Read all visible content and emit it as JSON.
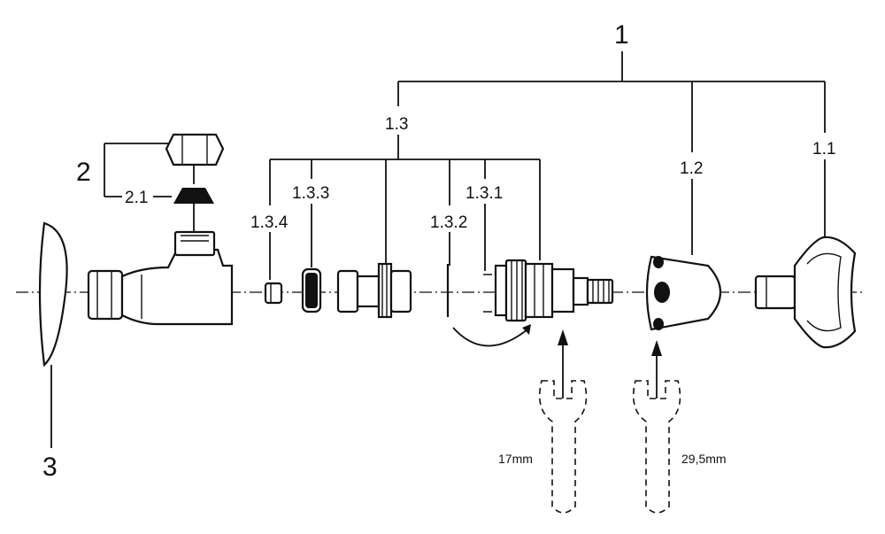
{
  "labels": {
    "assembly": "1",
    "cap_nut_group": "2",
    "cap_nut_insert": "2.1",
    "rosette": "3",
    "cartridge_group": "1.3",
    "part_134": "1.3.4",
    "part_133": "1.3.3",
    "part_132": "1.3.2",
    "part_131": "1.3.1",
    "cap": "1.2",
    "handle": "1.1"
  },
  "wrenches": {
    "small": "17mm",
    "large": "29,5mm"
  },
  "colors": {
    "ink": "#111111",
    "paper": "#ffffff"
  }
}
